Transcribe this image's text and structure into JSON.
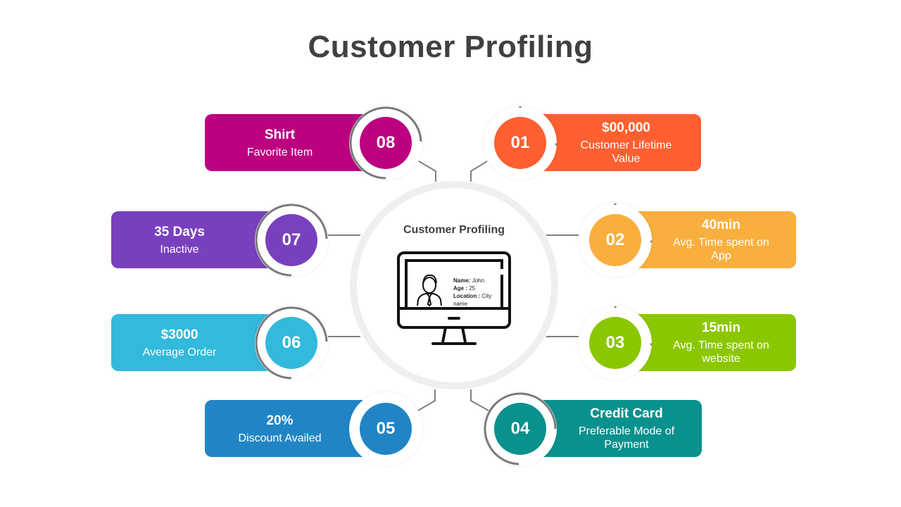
{
  "title": "Customer Profiling",
  "center": {
    "title": "Customer Profiling",
    "icon": "monitor-profile-icon",
    "profile": {
      "name_label": "Name:",
      "name_value": "John",
      "age_label": "Age :",
      "age_value": "25",
      "location_label": "Location :",
      "location_value": "City name"
    }
  },
  "items": [
    {
      "number": "01",
      "value": "$00,000",
      "label": "Customer Lifetime Value",
      "color": "#FF5F31"
    },
    {
      "number": "02",
      "value": "40min",
      "label": "Avg. Time spent on App",
      "color": "#F9AF3D"
    },
    {
      "number": "03",
      "value": "15min",
      "label": "Avg. Time spent on website",
      "color": "#8BC700"
    },
    {
      "number": "04",
      "value": "Credit Card",
      "label": "Preferable Mode of Payment",
      "color": "#0A918D"
    },
    {
      "number": "05",
      "value": "20%",
      "label": "Discount Availed",
      "color": "#2185C5"
    },
    {
      "number": "06",
      "value": "$3000",
      "label": "Average Order",
      "color": "#33B9DC"
    },
    {
      "number": "07",
      "value": "35 Days",
      "label": "Inactive",
      "color": "#7940BE"
    },
    {
      "number": "08",
      "value": "Shirt",
      "label": "Favorite Item",
      "color": "#BB017F"
    }
  ],
  "colors": {
    "title": "#404040",
    "connector": "#808080",
    "center_ring": "#EFEFEF"
  }
}
